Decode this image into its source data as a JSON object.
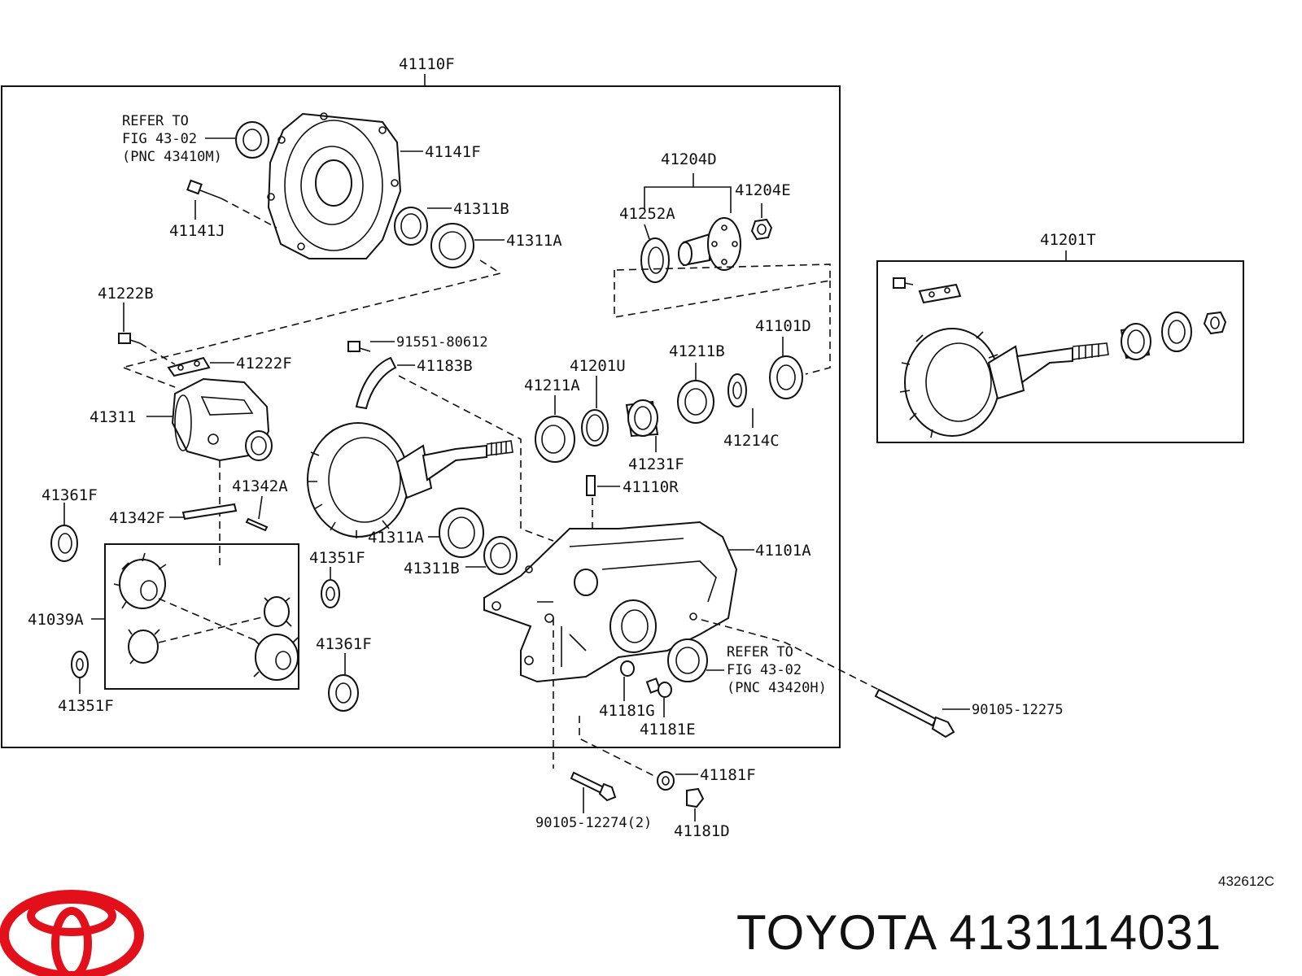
{
  "labels": {
    "main_assembly": "41110F",
    "case_cover": "41141F",
    "bolt_cover": "41141J",
    "oil_seal_b_top": "41311B",
    "bearing_a_top": "41311A",
    "bolt_plate": "41222B",
    "lock_plate": "41222F",
    "diff_case": "41311",
    "pin_cross": "41342F",
    "pin_straight": "41342A",
    "washer_left": "41361F",
    "washer_small_left": "41351F",
    "gear_kit": "41039A",
    "washer_small_bottom": "41351F",
    "companion_assy": "41204D",
    "flange_nut": "41204E",
    "flange_seal": "41252A",
    "bolt_plate_mid": "91551-80612",
    "baffle": "41183B",
    "spacer": "41201U",
    "bearing_inner": "41211A",
    "bearing_outer": "41211B",
    "carrier_seal": "41101D",
    "collar": "41231F",
    "shim": "41214C",
    "breather": "41110R",
    "bearing_a_mid": "41311A",
    "seal_b_mid": "41311B",
    "washer_mid_a": "41351F",
    "washer_mid_b": "41361F",
    "carrier_housing": "41101A",
    "gasket_g": "41181G",
    "plug_e": "41181E",
    "long_bolt": "90105-12275",
    "gasket_f": "41181F",
    "plug_d": "41181D",
    "bolt_pair": "90105-12274(2)",
    "ring_pinion_kit": "41201T"
  },
  "refer_left": {
    "line1": "REFER TO",
    "line2": "FIG 43-02",
    "line3": "(PNC 43410M)"
  },
  "refer_right": {
    "line1": "REFER TO",
    "line2": "FIG 43-02",
    "line3": "(PNC 43420H)"
  },
  "figure_code": "432612C",
  "brand": {
    "text": "TOYOTA 4131114031",
    "logo_color": "#e2101a"
  }
}
